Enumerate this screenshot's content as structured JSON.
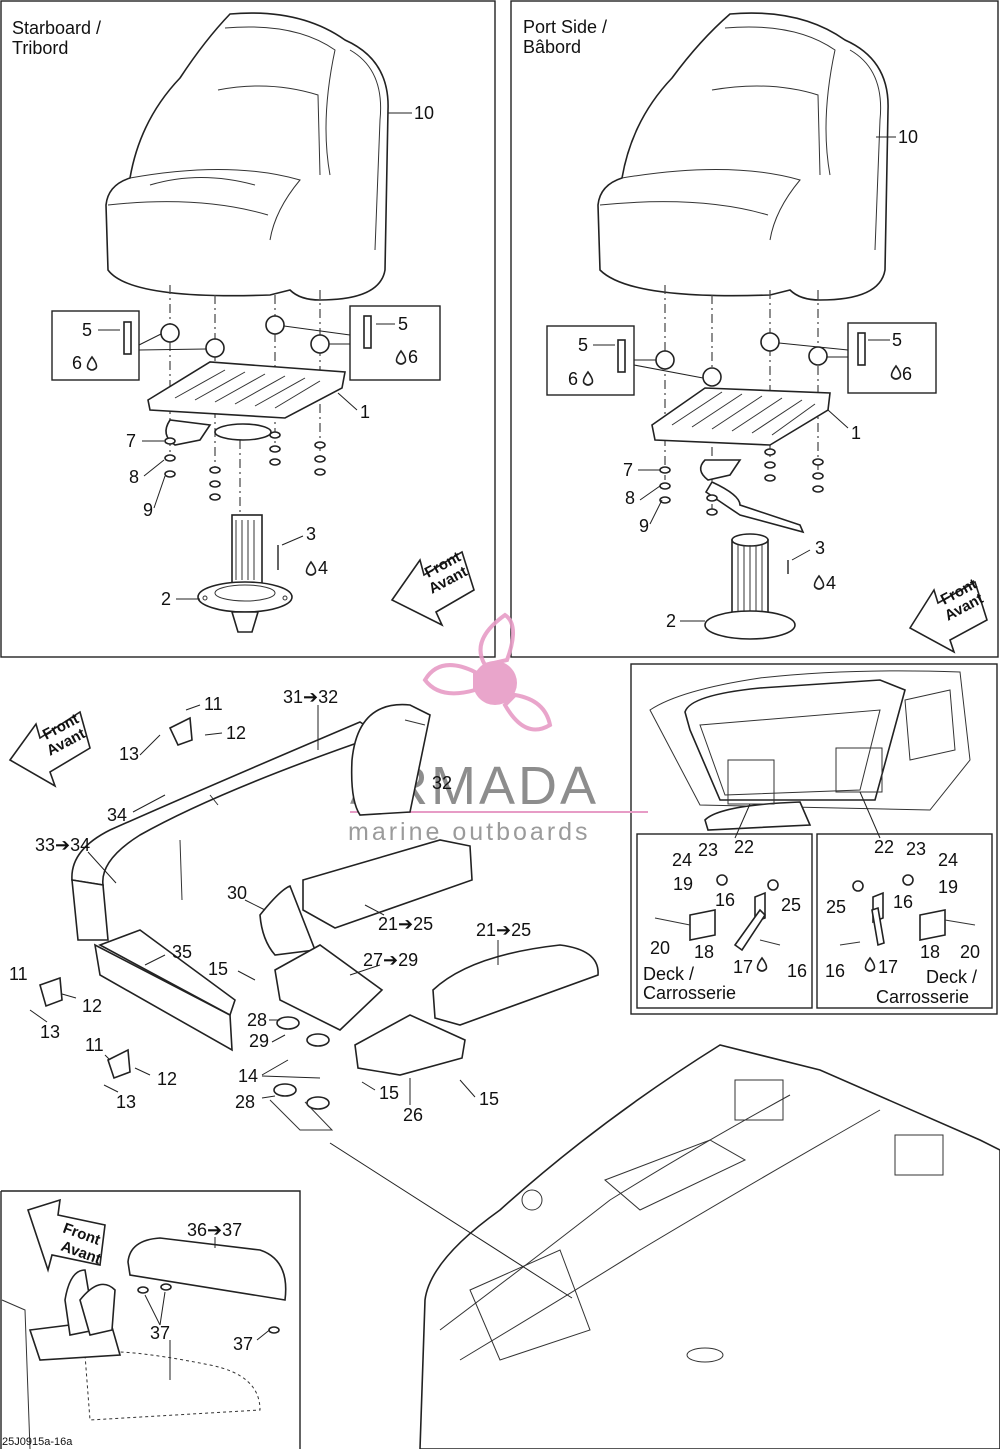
{
  "panels": {
    "starboard": {
      "title_line1": "Starboard /",
      "title_line2": "Tribord"
    },
    "port": {
      "title_line1": "Port Side /",
      "title_line2": "Bâbord"
    },
    "front_label_line1": "Front",
    "front_label_line2": "Avant",
    "deck_line1": "Deck /",
    "deck_line2": "Carrosserie"
  },
  "watermark": {
    "brand": "ARMADA",
    "tagline": "marine outboards"
  },
  "footer_code": "25J0915a-16a",
  "callouts": {
    "n1": "1",
    "n2": "2",
    "n3": "3",
    "n4": "4",
    "n5": "5",
    "n6": "6",
    "n7": "7",
    "n8": "8",
    "n9": "9",
    "n10": "10",
    "n11": "11",
    "n12": "12",
    "n13": "13",
    "n14": "14",
    "n15": "15",
    "n16": "16",
    "n17": "17",
    "n18": "18",
    "n19": "19",
    "n20": "20",
    "n22": "22",
    "n23": "23",
    "n24": "24",
    "n25": "25",
    "n26": "26",
    "n28": "28",
    "n29": "29",
    "n30": "30",
    "n32": "32",
    "n34": "34",
    "n35": "35",
    "n37": "37",
    "r21_25": "21➔25",
    "r27_29": "27➔29",
    "r31_32": "31➔32",
    "r33_34": "33➔34",
    "r36_37": "36➔37"
  },
  "colors": {
    "line": "#222222",
    "watermark_pink": "#e79cc6",
    "watermark_text": "#7a7a7a"
  }
}
